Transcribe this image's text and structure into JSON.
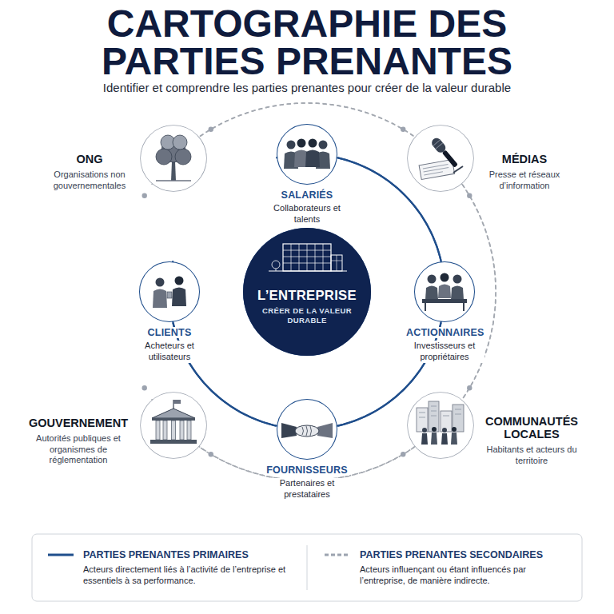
{
  "diagram": {
    "title": "CARTOGRAPHIE DES PARTIES PRENANTES",
    "nodes": [
      {
        "text": [
          "ONG",
          "Organisations non gouvernementales"
        ]
      },
      {
        "text": [
          "SALARIÉS",
          "Collaborateurs et talents"
        ]
      },
      {
        "text": [
          "MÉDIAS",
          "Presse et réseaux d’information"
        ]
      },
      {
        "text": [
          "CLIENTS",
          "Acheteurs et utilisateurs"
        ]
      },
      {
        "text": [
          "L’ENTREPRISE",
          "CRÉER DE LA VALEUR DURABLE"
        ]
      },
      {
        "text": [
          "ACTIONNAIRES",
          "Investisseurs et propriétaires"
        ]
      },
      {
        "text": [
          "GOUVERNEMENT",
          "Autorités publiques et organismes de réglementation"
        ]
      },
      {
        "text": [
          "FOURNISSEURS",
          "Partenaires et prestataires"
        ]
      },
      {
        "text": [
          "COMMUNAUTÉS LOCALES",
          "Habitants et acteurs du territoire"
        ]
      }
    ],
    "edges": [
      {
        "from": 1,
        "to": 5,
        "arrow": "none"
      },
      {
        "from": 5,
        "to": 7,
        "arrow": "none"
      },
      {
        "from": 7,
        "to": 3,
        "arrow": "none"
      },
      {
        "from": 3,
        "to": 1,
        "arrow": "none"
      },
      {
        "from": 0,
        "to": 2,
        "arrow": "none"
      },
      {
        "from": 2,
        "to": 8,
        "arrow": "none"
      },
      {
        "from": 8,
        "to": 6,
        "arrow": "none"
      },
      {
        "from": 6,
        "to": 0,
        "arrow": "none"
      }
    ],
    "labels": [
      "Identifier et comprendre les parties prenantes pour créer de la valeur durable",
      "Acteurs directement liés à l’activité de l’entreprise et essentiels à sa performance.",
      "Acteurs influençant ou étant influencés par l’entreprise, de manière indirecte."
    ],
    "legend": [
      {
        "text": "PARTIES PRENANTES PRIMAIRES"
      },
      {
        "text": "PARTIES PRENANTES SECONDAIRES"
      }
    ]
  }
}
